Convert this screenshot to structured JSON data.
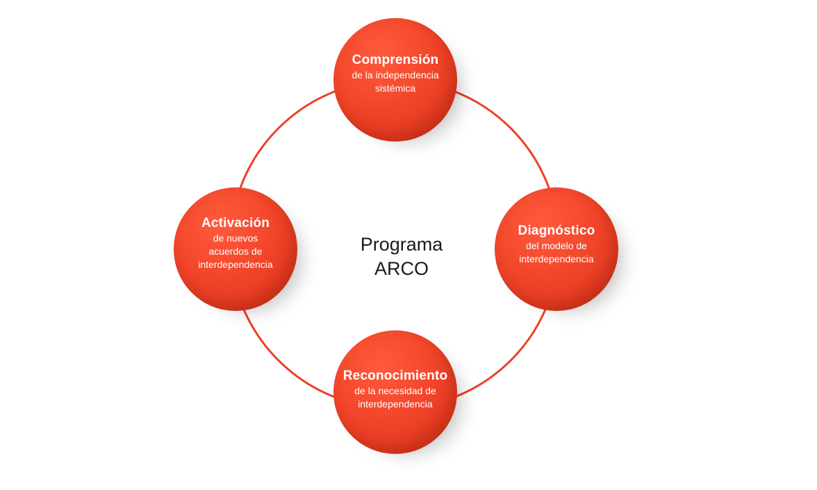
{
  "center": {
    "line1": "Programa",
    "line2": "ARCO"
  },
  "nodes": {
    "top": {
      "title": "Comprensión",
      "subtitle": "de la independencia\nsistémica"
    },
    "right": {
      "title": "Diagnóstico",
      "subtitle": "del modelo de\ninterdependencia"
    },
    "bottom": {
      "title": "Reconocimiento",
      "subtitle": "de la necesidad de\ninterdependencia"
    },
    "left": {
      "title": "Activación",
      "subtitle": "de nuevos\nacuerdos de\ninterdependencia"
    }
  },
  "colors": {
    "sphere": "#f2462a",
    "ring": "#ee3f26",
    "center_text": "#1a1a1a"
  }
}
